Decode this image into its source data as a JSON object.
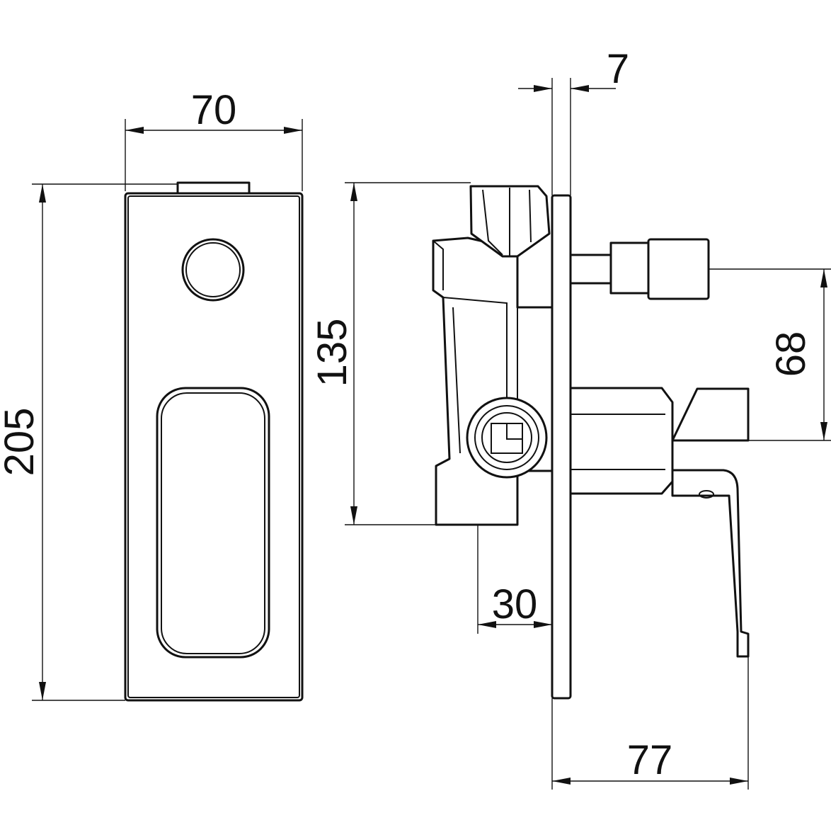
{
  "dimensions": {
    "front_width": "70",
    "front_height": "205",
    "body_height": "135",
    "plate_thickness": "7",
    "outlet_offset": "68",
    "rear_depth": "30",
    "projection": "77"
  }
}
